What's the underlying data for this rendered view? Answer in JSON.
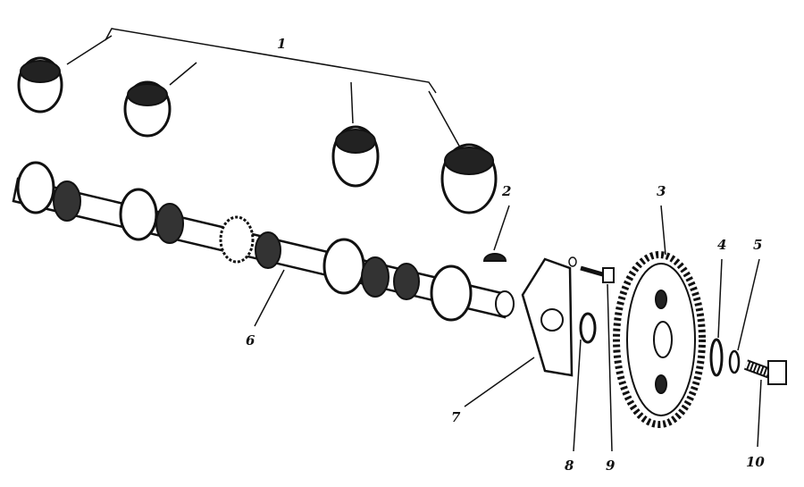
{
  "diagram": {
    "ink_color": "#111111",
    "callouts": [
      {
        "id": "1",
        "text": "1"
      },
      {
        "id": "2",
        "text": "2"
      },
      {
        "id": "3",
        "text": "3"
      },
      {
        "id": "4",
        "text": "4"
      },
      {
        "id": "5",
        "text": "5"
      },
      {
        "id": "6",
        "text": "6"
      },
      {
        "id": "7",
        "text": "7"
      },
      {
        "id": "8",
        "text": "8"
      },
      {
        "id": "9",
        "text": "9"
      },
      {
        "id": "10",
        "text": "10"
      }
    ]
  }
}
